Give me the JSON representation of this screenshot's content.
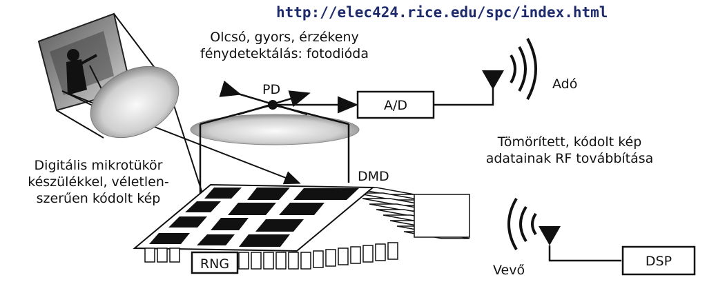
{
  "url": "http://elec424.rice.edu/spc/index.html",
  "caption_top": [
    "Olcsó, gyors, érzékeny",
    "fénydetektálás: fotodióda"
  ],
  "caption_left": [
    "Digitális mikrotükör",
    "készülékkel, véletlen-",
    "szerűen kódolt kép"
  ],
  "caption_right": [
    "Tömörített, kódolt kép",
    "adatainak RF továbbítása"
  ],
  "labels": {
    "pd": "PD",
    "ad": "A/D",
    "ado": "Adó",
    "dmd": "DMD",
    "rng": "RNG",
    "vevo": "Vevő",
    "dsp": "DSP"
  }
}
